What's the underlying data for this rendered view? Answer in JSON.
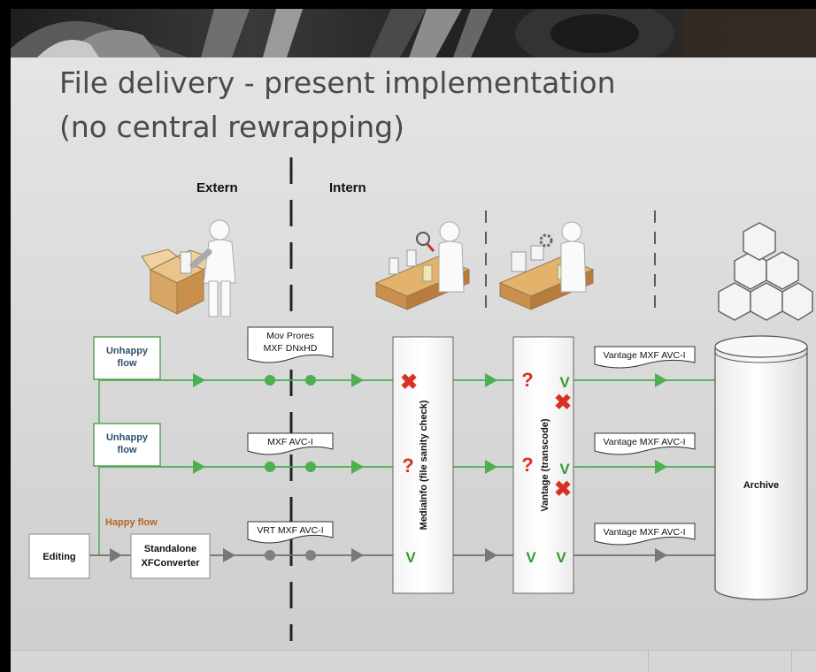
{
  "slide": {
    "title_line1": "File delivery - present implementation",
    "title_line2": "(no central rewrapping)"
  },
  "zones": {
    "extern": "Extern",
    "intern": "Intern"
  },
  "flows": {
    "unhappy1": [
      "Unhappy",
      "flow"
    ],
    "unhappy2": [
      "Unhappy",
      "flow"
    ],
    "happy": "Happy flow"
  },
  "nodes": {
    "editing": "Editing",
    "converter": [
      "Standalone",
      "XFConverter"
    ],
    "mediainfo": "MediaInfo (file sanity check)",
    "vantage": "Vantage (transcode)",
    "archive": "Archive"
  },
  "documents": {
    "top": [
      "Mov Prores",
      "MXF DNxHD"
    ],
    "middle": [
      "MXF AVC-I"
    ],
    "bottom": [
      "VRT MXF AVC-I"
    ],
    "vantage_top": [
      "Vantage MXF AVC-I"
    ],
    "vantage_middle": [
      "Vantage MXF AVC-I"
    ],
    "vantage_bottom": [
      "Vantage MXF AVC-I"
    ]
  },
  "marks": {
    "check": "V",
    "question": "?",
    "cross": "✖"
  },
  "colors": {
    "green_flow": "#4caf50",
    "grey_flow": "#707070",
    "red_mark": "#d93025",
    "green_mark": "#2e9d2e",
    "unhappy_text": "#2f4f6f",
    "happy_text": "#b5651d",
    "box_border_green": "#5aa05a"
  },
  "icons": [
    "person-packing-box-icon",
    "person-inspecting-conveyor-icon",
    "person-processing-conveyor-icon",
    "stacked-cubes-icon"
  ]
}
